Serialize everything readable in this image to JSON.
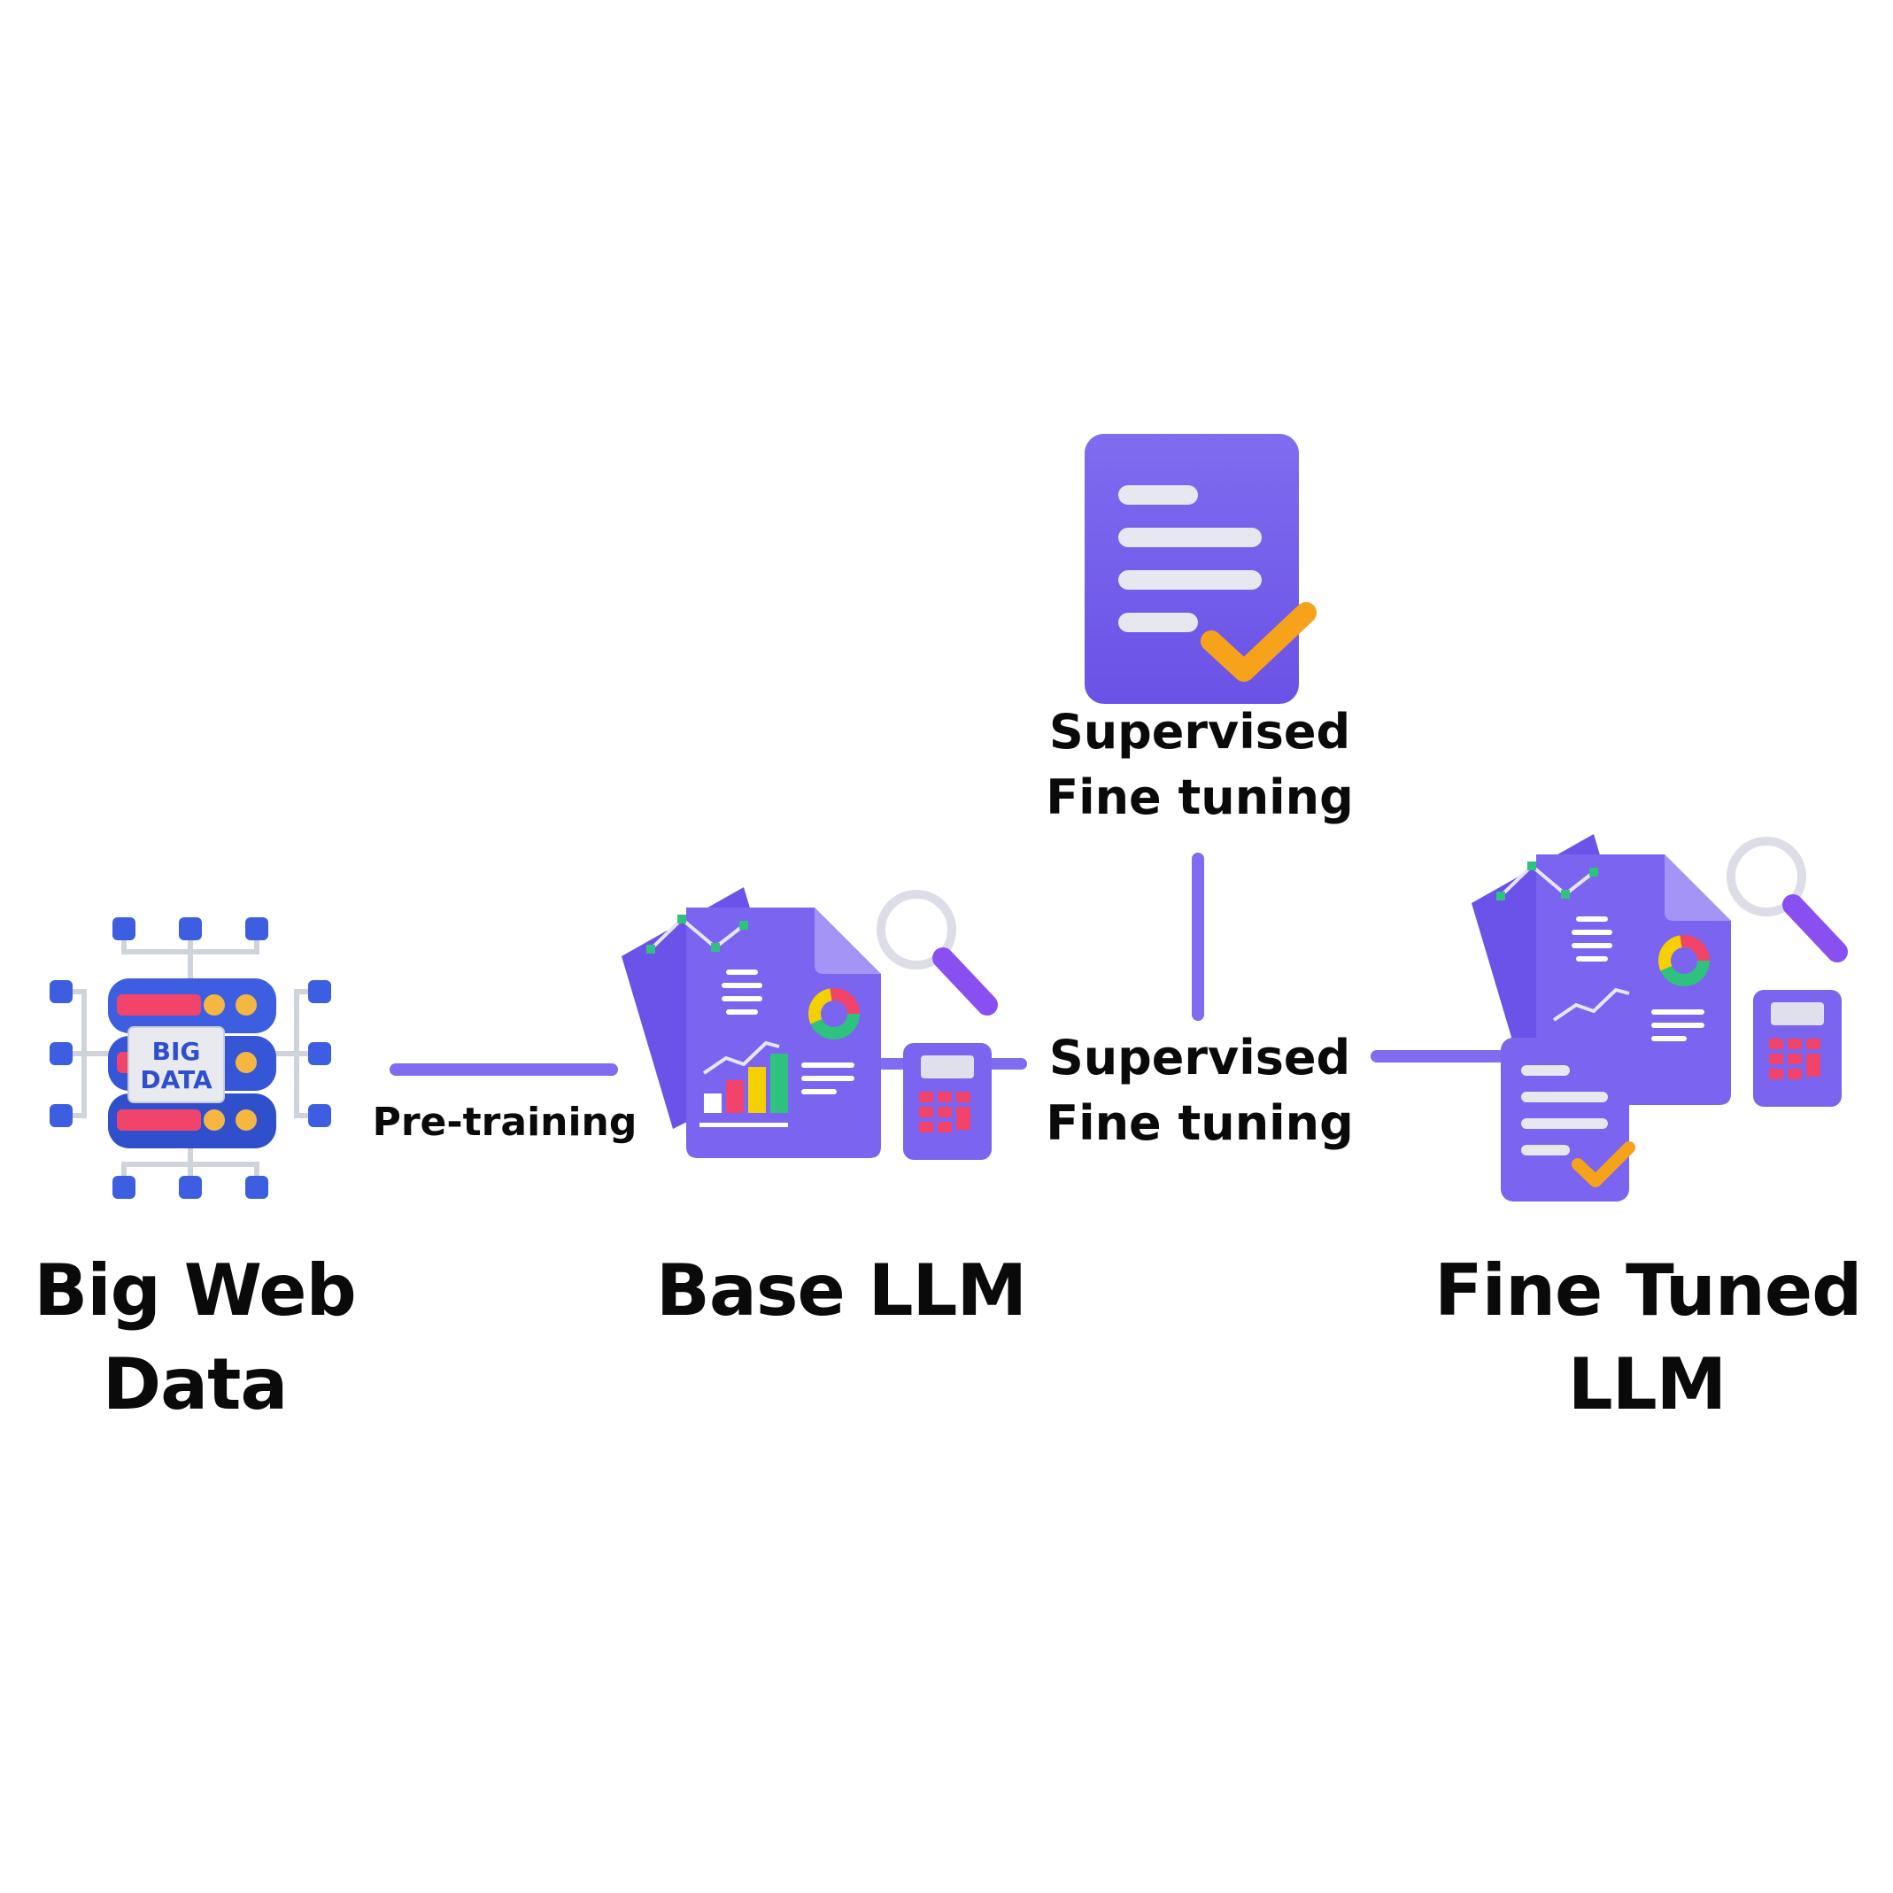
{
  "nodes": {
    "big_data": {
      "label_line1": "Big Web",
      "label_line2": "Data",
      "icon": "big-data-server-icon",
      "icon_text_line1": "BIG",
      "icon_text_line2": "DATA"
    },
    "base_llm": {
      "label": "Base LLM",
      "icon": "analytics-report-icon"
    },
    "fine_tuned_llm": {
      "label_line1": "Fine Tuned",
      "label_line2": "LLM",
      "icon": "analytics-report-with-checklist-icon"
    },
    "supervised_data": {
      "icon": "checklist-document-icon"
    }
  },
  "edges": {
    "pretraining": {
      "label": "Pre-training"
    },
    "supervised_top": {
      "label_line1": "Supervised",
      "label_line2": "Fine tuning"
    },
    "supervised_main": {
      "label_line1": "Supervised",
      "label_line2": "Fine tuning"
    }
  },
  "colors": {
    "accent": "#7f6cf0",
    "doc_purple": "#7a64f0",
    "doc_purple_dark": "#5a45d6",
    "check_orange": "#f7a21b",
    "server_blue": "#3d5ee0",
    "server_pink": "#f2446b",
    "server_yellow": "#f5b642",
    "text": "#0a0a0a"
  }
}
